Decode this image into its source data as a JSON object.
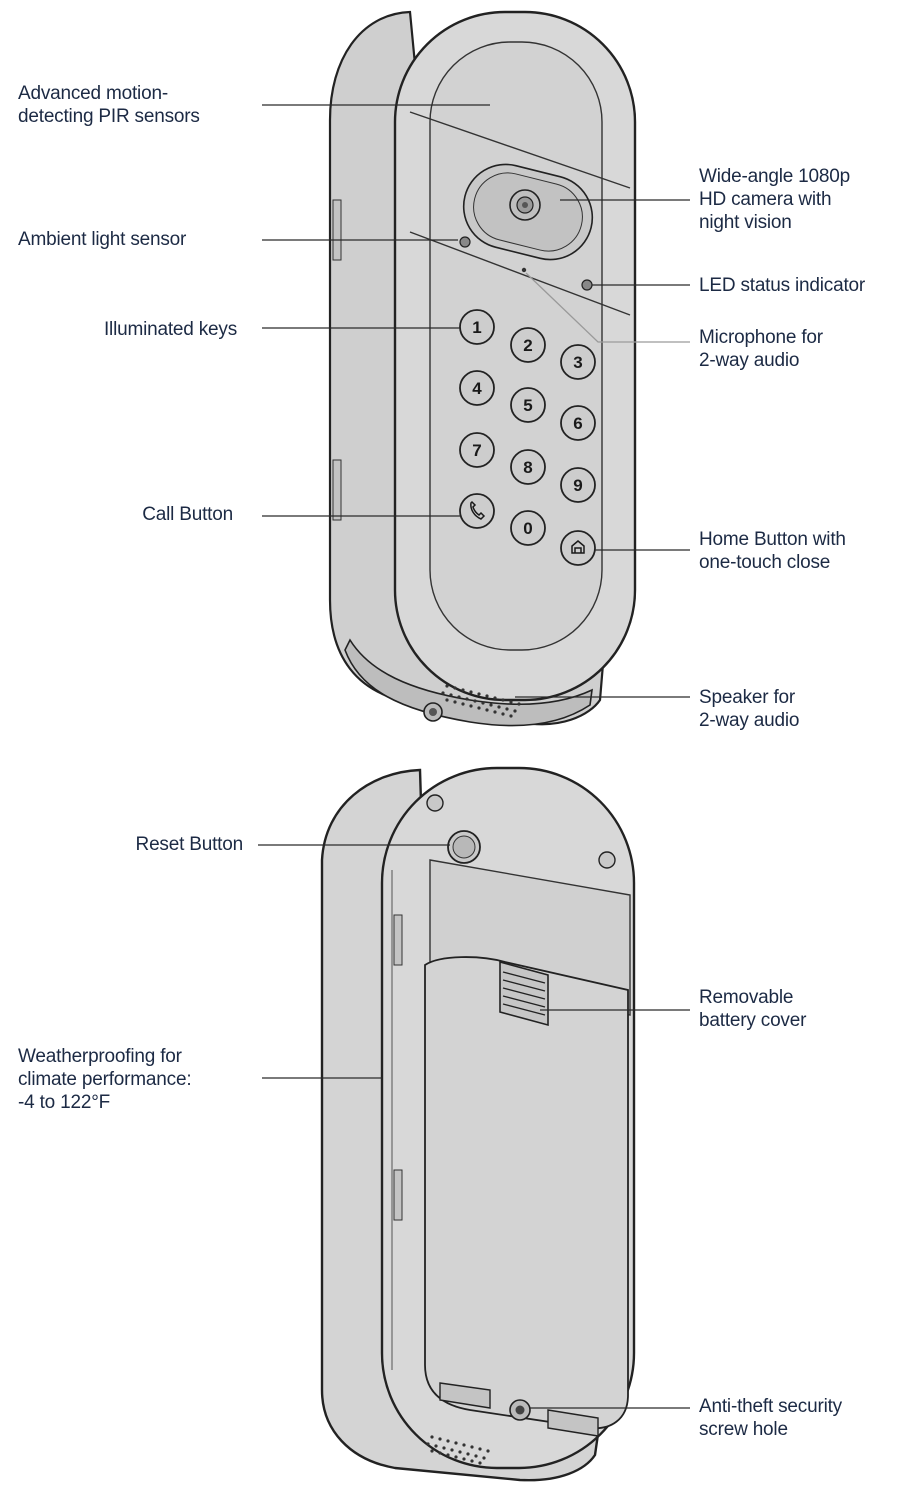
{
  "front_labels": {
    "pir": [
      "Advanced motion-",
      "detecting PIR sensors"
    ],
    "ambient": [
      "Ambient light sensor"
    ],
    "keys": [
      "Illuminated keys"
    ],
    "call": [
      "Call Button"
    ],
    "camera": [
      "Wide-angle 1080p",
      "HD camera with",
      "night vision"
    ],
    "led": [
      "LED status indicator"
    ],
    "mic": [
      "Microphone for",
      "2-way audio"
    ],
    "home": [
      "Home Button with",
      "one-touch close"
    ],
    "speaker": [
      "Speaker for",
      "2-way audio"
    ]
  },
  "back_labels": {
    "reset": [
      "Reset Button"
    ],
    "weather": [
      "Weatherproofing for",
      "climate performance:",
      "-4 to 122°F"
    ],
    "battery": [
      "Removable",
      "battery cover"
    ],
    "screw": [
      "Anti-theft security",
      "screw hole"
    ]
  },
  "keypad": [
    "1",
    "2",
    "3",
    "4",
    "5",
    "6",
    "7",
    "8",
    "9",
    "0"
  ],
  "icons": {
    "call_key": "phone-icon",
    "home_key": "home-icon"
  },
  "colors": {
    "label_text": "#1c2a44",
    "device_body": "#d6d6d6",
    "outline": "#222222"
  }
}
